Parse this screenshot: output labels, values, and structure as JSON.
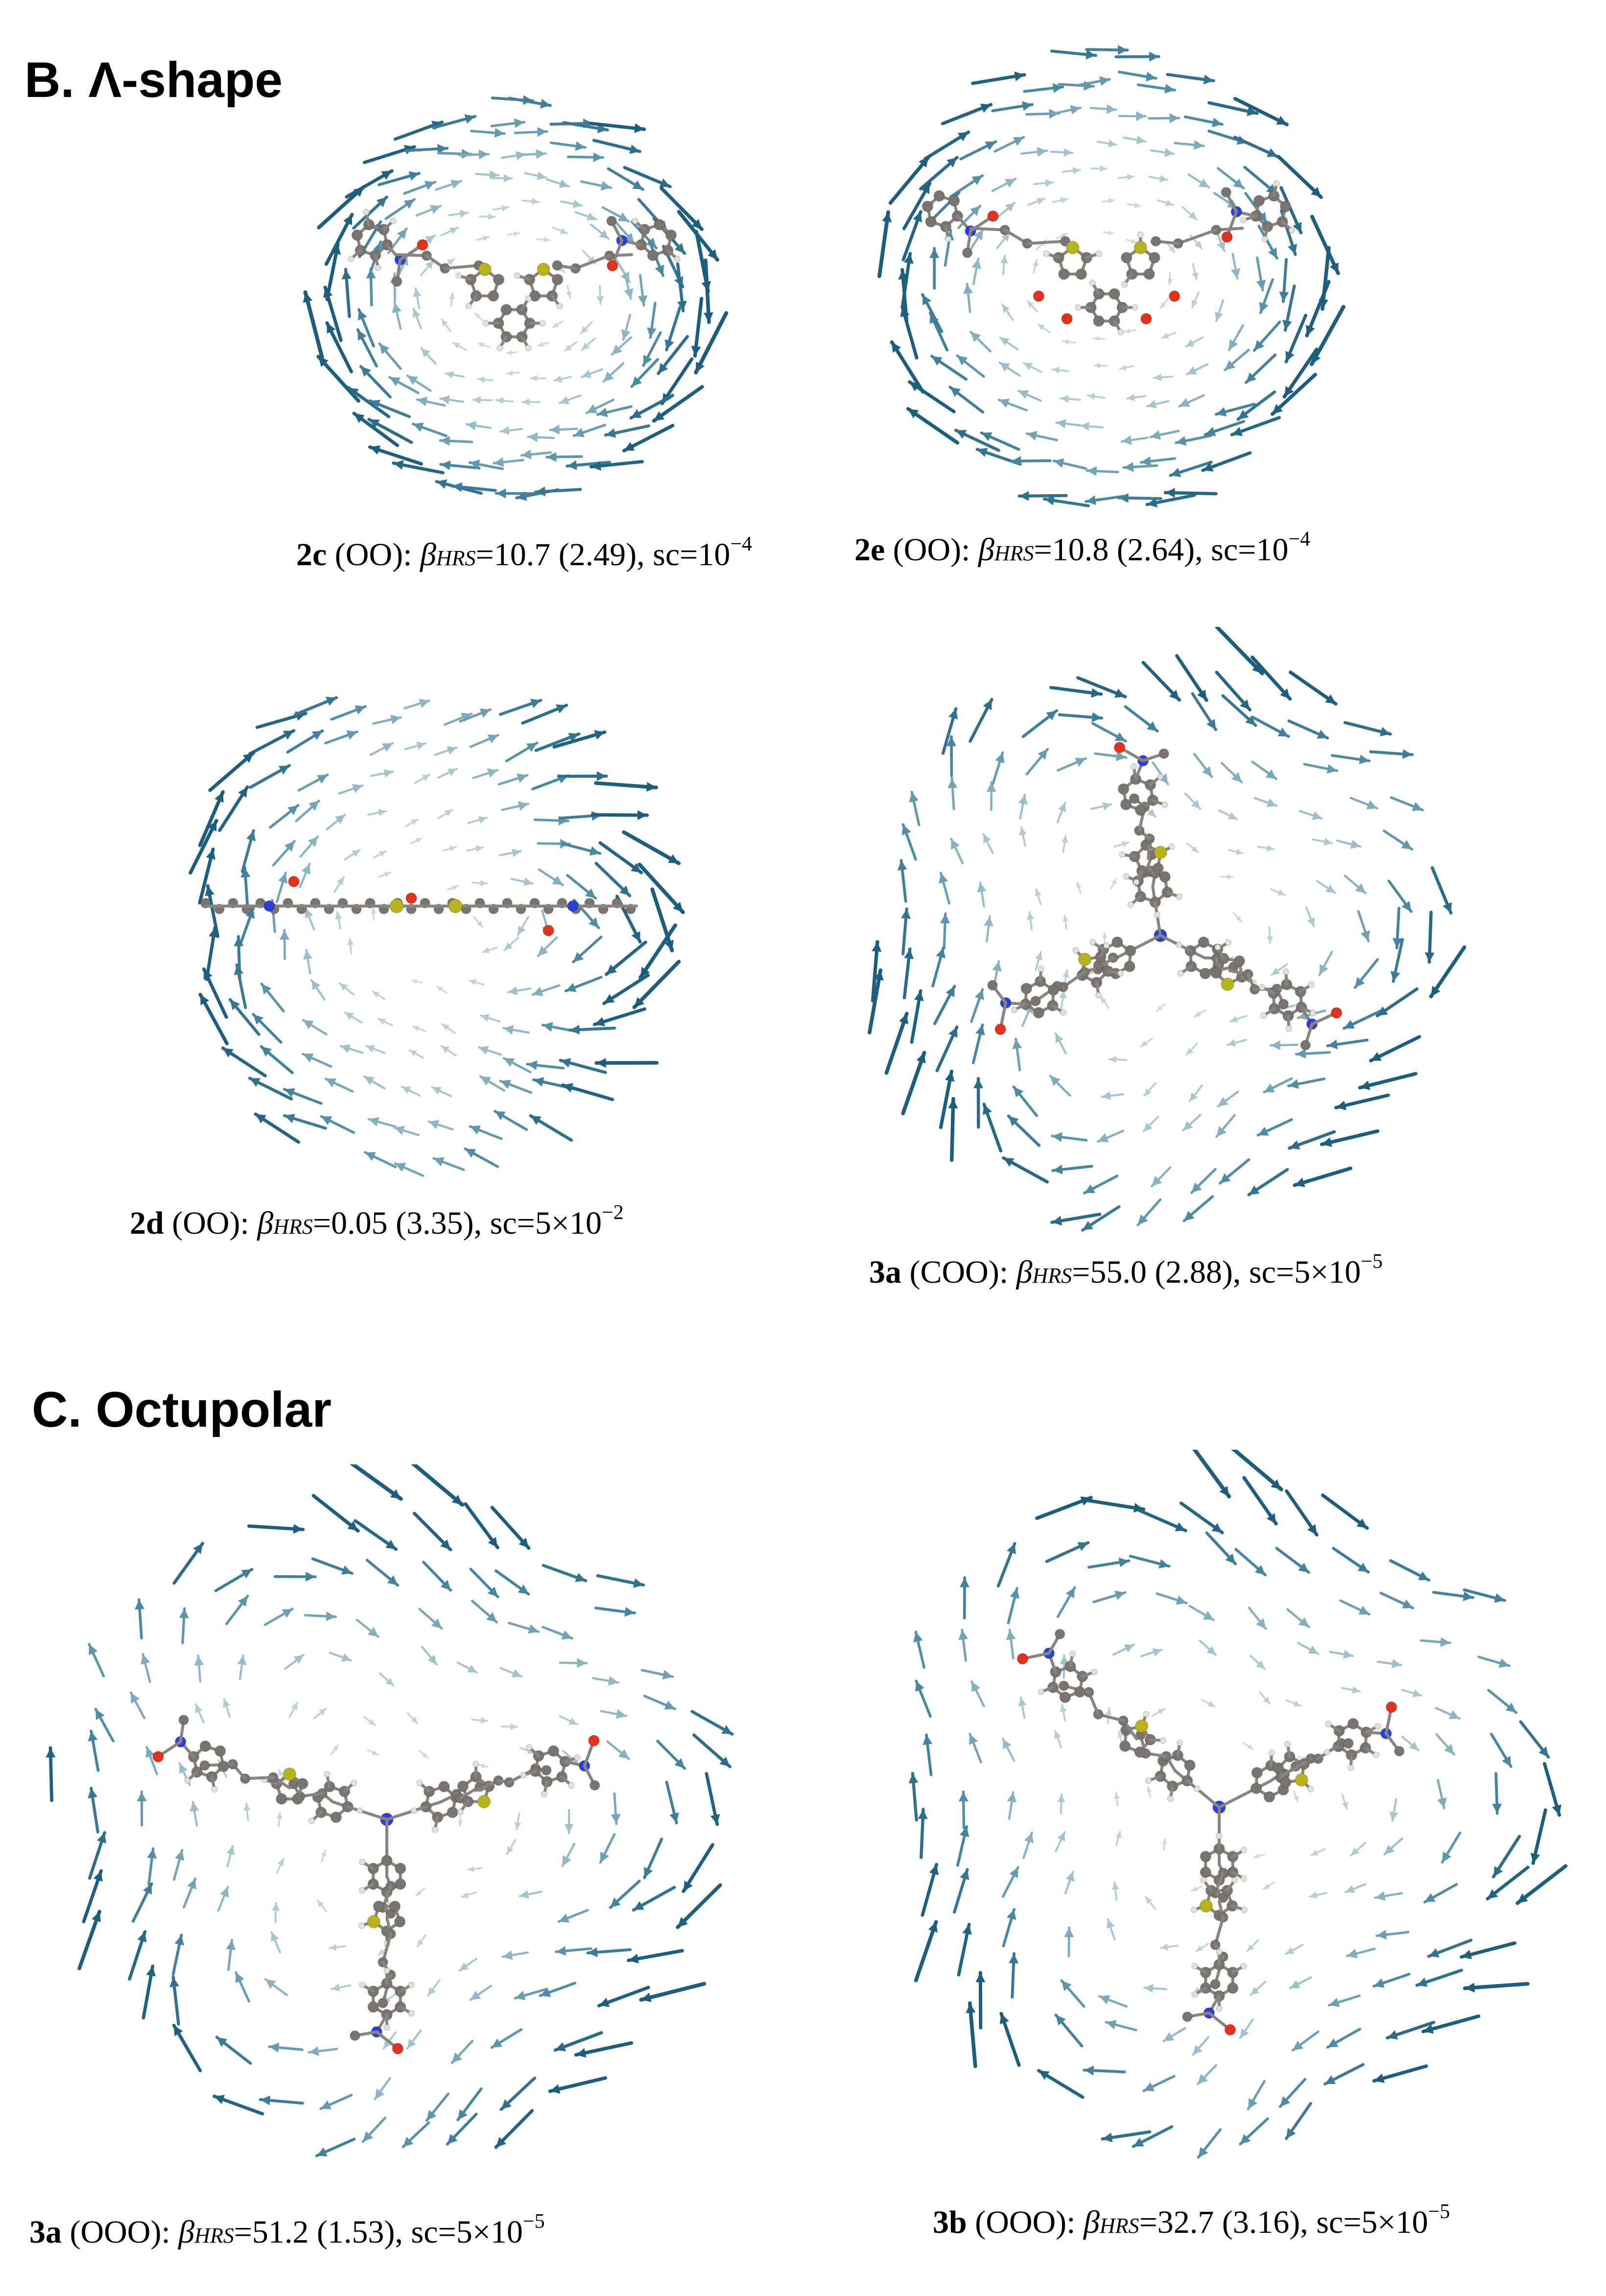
{
  "sections": {
    "b": {
      "label": "B.  Λ-shape"
    },
    "c": {
      "label": "C. Octupolar"
    }
  },
  "colors": {
    "arrow_dark": "#1d5e7e",
    "arrow_mid": "#4a89a3",
    "arrow_light": "#a3c3ce",
    "arrow_faint": "#d9e3e3",
    "carbon": "#7a736e",
    "hydrogen": "#e4e0da",
    "nitrogen": "#2a3fd8",
    "oxygen": "#e0321e",
    "sulfur": "#b8b21c",
    "bond": "#8a847e"
  },
  "panels": [
    {
      "id": "2c",
      "compound": "2c",
      "config": "(OO)",
      "beta_symbol": "β",
      "beta_sub": "HRS",
      "beta_value": "=10.7 (2.49), sc=10",
      "sc_exp": "−4"
    },
    {
      "id": "2e",
      "compound": "2e",
      "config": "(OO)",
      "beta_symbol": "β",
      "beta_sub": "HRS",
      "beta_value": "=10.8 (2.64), sc=10",
      "sc_exp": "−4"
    },
    {
      "id": "2d",
      "compound": "2d",
      "config": "(OO)",
      "beta_symbol": "β",
      "beta_sub": "HRS",
      "beta_value": "=0.05 (3.35), sc=5×10",
      "sc_exp": "−2"
    },
    {
      "id": "3a-coo",
      "compound": "3a",
      "config": "(COO)",
      "beta_symbol": "β",
      "beta_sub": "HRS",
      "beta_value": "=55.0 (2.88), sc=5×10",
      "sc_exp": "−5"
    },
    {
      "id": "3a-ooo",
      "compound": "3a",
      "config": "(OOO)",
      "beta_symbol": "β",
      "beta_sub": "HRS",
      "beta_value": "=51.2 (1.53), sc=5×10",
      "sc_exp": "−5"
    },
    {
      "id": "3b-ooo",
      "compound": "3b",
      "config": "(OOO)",
      "beta_symbol": "β",
      "beta_sub": "HRS",
      "beta_value": "=32.7 (3.16), sc=5×10",
      "sc_exp": "−5"
    }
  ]
}
